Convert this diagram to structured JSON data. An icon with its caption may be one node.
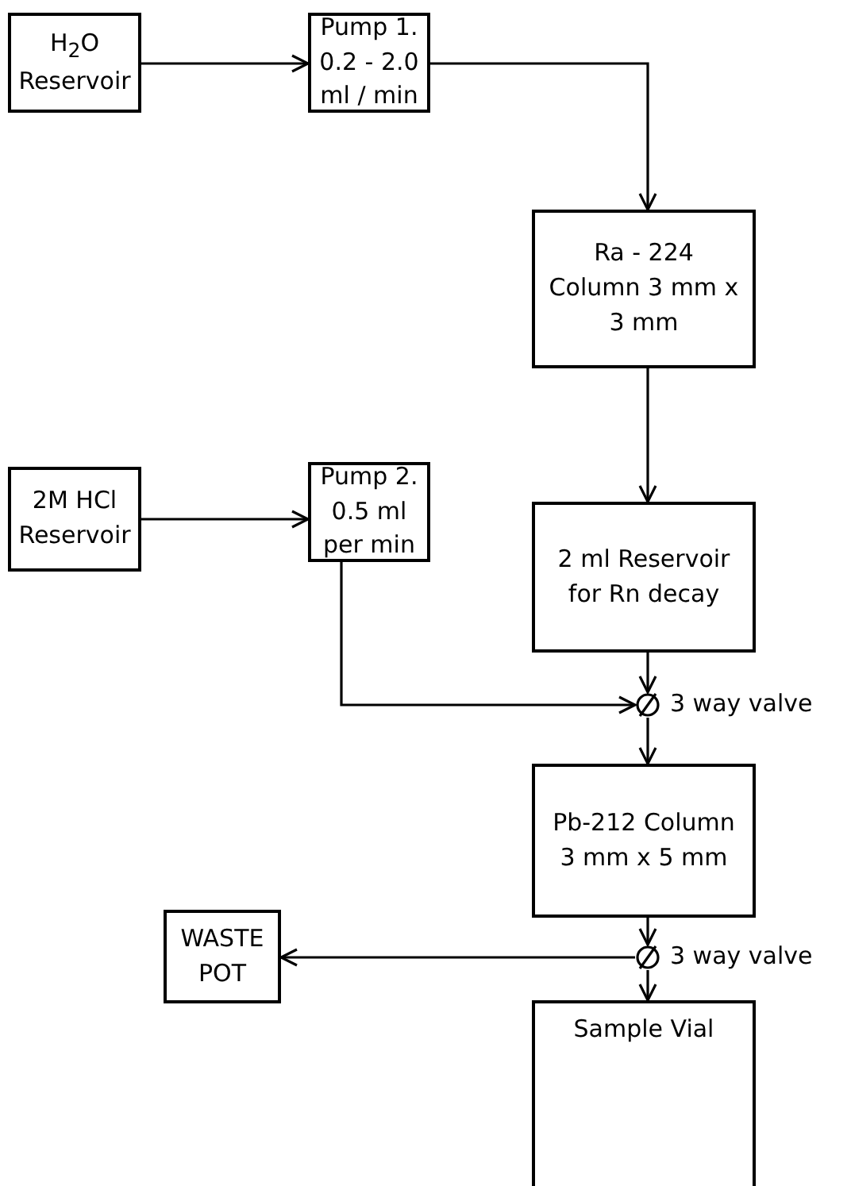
{
  "diagram": {
    "nodes": [
      {
        "text": [
          "H$_{2}$O Reservoir"
        ]
      },
      {
        "text": [
          "Pump 1. 0.2 - 2.0 ml / min"
        ]
      },
      {
        "text": [
          "Ra - 224 Column 3 mm x 3 mm"
        ]
      },
      {
        "text": [
          "2M HCl Reservoir"
        ]
      },
      {
        "text": [
          "Pump 2. 0.5 ml per min"
        ]
      },
      {
        "text": [
          "2 ml Reservoir for Rn decay"
        ]
      },
      {
        "text": [],
        "shape": "circle",
        "beside": [
          "3 way valve"
        ]
      },
      {
        "text": [
          "Pb-212 Column 3 mm x 5 mm"
        ]
      },
      {
        "text": [],
        "shape": "circle",
        "beside": [
          "3 way valve"
        ]
      },
      {
        "text": [
          "WASTE POT"
        ]
      },
      {
        "text": [
          "Sample Vial"
        ]
      }
    ],
    "edges": [
      {
        "from": 0,
        "to": 1,
        "arrow": "to"
      },
      {
        "from": 1,
        "to": 2,
        "arrow": "to"
      },
      {
        "from": 2,
        "to": 5,
        "arrow": "to"
      },
      {
        "from": 3,
        "to": 4,
        "arrow": "to"
      },
      {
        "from": 4,
        "to": 6,
        "arrow": "to"
      },
      {
        "from": 5,
        "to": 6,
        "arrow": "to"
      },
      {
        "from": 6,
        "to": 7,
        "arrow": "to"
      },
      {
        "from": 7,
        "to": 8,
        "arrow": "to"
      },
      {
        "from": 8,
        "to": 9,
        "arrow": "to"
      },
      {
        "from": 8,
        "to": 10,
        "arrow": "to"
      }
    ]
  }
}
